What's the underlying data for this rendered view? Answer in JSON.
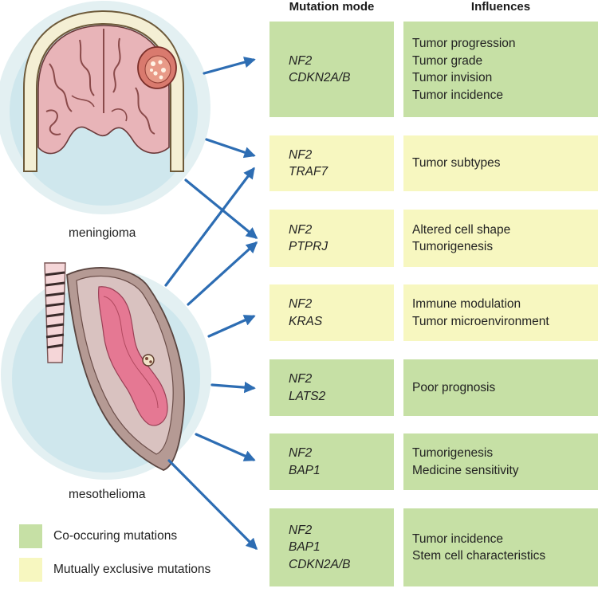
{
  "headers": {
    "mutation_mode": "Mutation mode",
    "influences": "Influences"
  },
  "colors": {
    "co_occurring": "#c6e0a5",
    "mutually_exclusive": "#f7f7c0",
    "arrow": "#2d6db3",
    "organ_circle": "#cfe7ed"
  },
  "rows": [
    {
      "kind": "co_occurring",
      "genes": [
        "NF2",
        "CDKN2A/B"
      ],
      "influences": [
        "Tumor progression",
        "Tumor grade",
        "Tumor invision",
        "Tumor incidence"
      ]
    },
    {
      "kind": "mutually_exclusive",
      "genes": [
        "NF2",
        "TRAF7"
      ],
      "influences": [
        "Tumor subtypes"
      ]
    },
    {
      "kind": "mutually_exclusive",
      "genes": [
        "NF2",
        "PTPRJ"
      ],
      "influences": [
        "Altered cell shape",
        "Tumorigenesis"
      ]
    },
    {
      "kind": "mutually_exclusive",
      "genes": [
        "NF2",
        "KRAS"
      ],
      "influences": [
        "Immune modulation",
        "Tumor microenvironment"
      ]
    },
    {
      "kind": "co_occurring",
      "genes": [
        "NF2",
        "LATS2"
      ],
      "influences": [
        "Poor prognosis"
      ]
    },
    {
      "kind": "co_occurring",
      "genes": [
        "NF2",
        "BAP1"
      ],
      "influences": [
        "Tumorigenesis",
        "Medicine sensitivity"
      ]
    },
    {
      "kind": "co_occurring",
      "genes": [
        "NF2",
        "BAP1",
        "CDKN2A/B"
      ],
      "influences": [
        "Tumor incidence",
        "Stem cell characteristics"
      ]
    }
  ],
  "organs": {
    "meningioma": {
      "label": "meningioma",
      "icon": "brain-icon"
    },
    "mesothelioma": {
      "label": "mesothelioma",
      "icon": "lung-icon"
    }
  },
  "legend": {
    "co_occurring": "Co-occuring mutations",
    "mutually_exclusive": "Mutually exclusive mutations"
  }
}
